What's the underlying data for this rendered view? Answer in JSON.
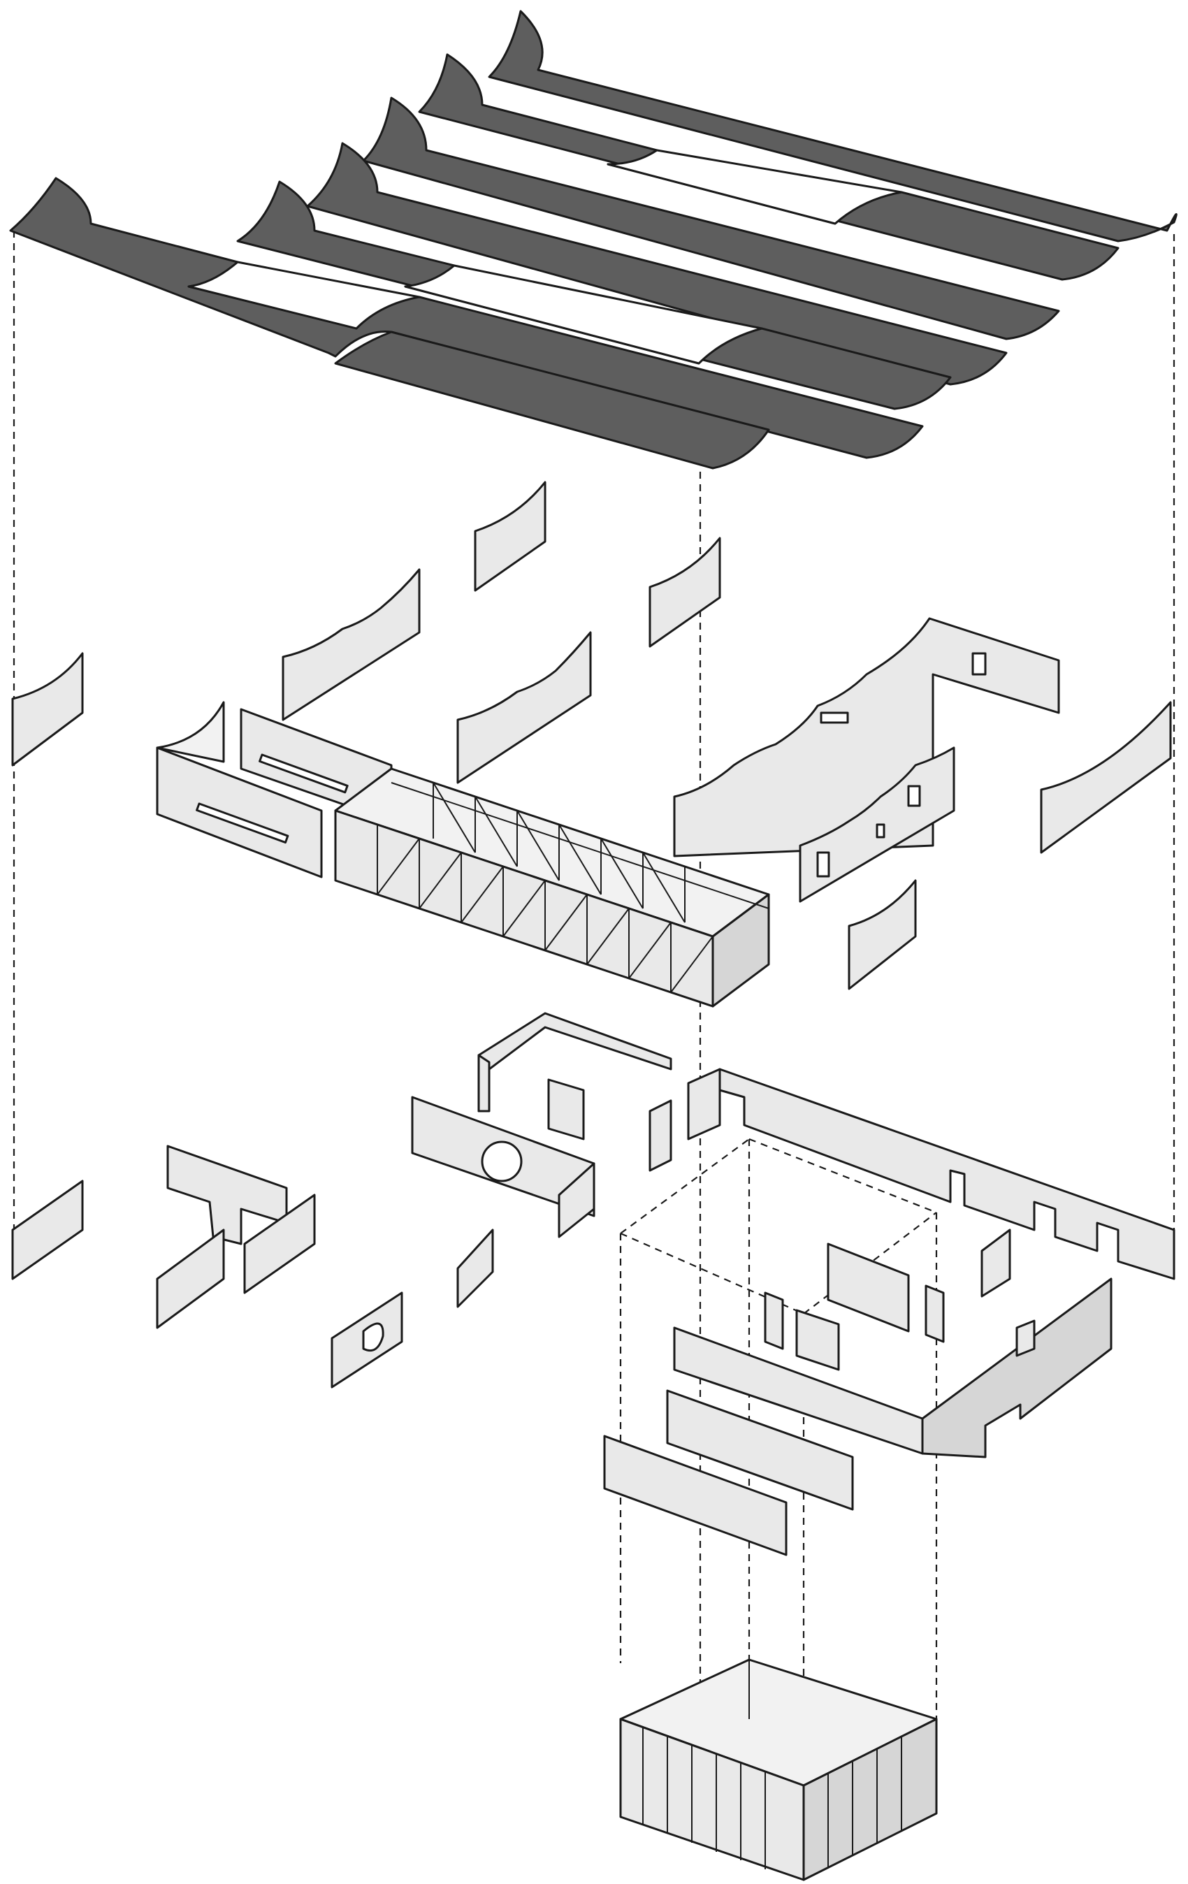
{
  "diagram": {
    "kind": "exploded axonometric",
    "layers": [
      "roof-vaults",
      "upper-walls",
      "truss-bridge",
      "lower-walls",
      "floor-frame",
      "base-box"
    ],
    "colors": {
      "background": "#ffffff",
      "line": "#1a1a1a",
      "roof": "#5e5e5e",
      "roof_lip": "#cfcfcf",
      "wall": "#e9e9e9"
    }
  }
}
